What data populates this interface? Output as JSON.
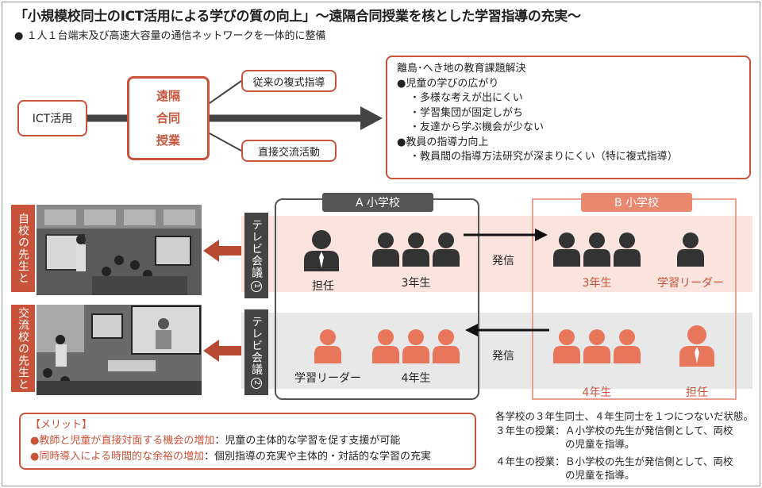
{
  "title": "「小規模校同士のICT活用による学びの質の向上」～遠隔合同授業を核とした学習指導の充実～",
  "subtitle": "● １人１台端末及び高速大容量の通信ネットワークを一体的に整備",
  "flow": {
    "ict": "ICT活用",
    "enkaku": [
      "遠隔",
      "合同",
      "授業"
    ],
    "fukushiki": "従来の複式指導",
    "kouryu": "直接交流活動"
  },
  "issues": {
    "heading": "離島･へき地の教育課題解決",
    "g1": "●児童の学びの広がり",
    "g1_items": [
      "・多様な考えが出にくい",
      "・学習集団が固定しがち",
      "・友達から学ぶ機会が少ない"
    ],
    "g2": "●教員の指導力向上",
    "g2_items": [
      "・教員間の指導方法研究が深まりにくい（特に複式指導）"
    ]
  },
  "schools": {
    "a_label": "A 小学校",
    "b_label": "B 小学校"
  },
  "tv": {
    "label1": "テレビ会議",
    "num1": "1",
    "label2": "テレビ会議",
    "num2": "2"
  },
  "photos": {
    "label1": "自校の先生と",
    "label2": "交流校の先生と"
  },
  "people": {
    "a_tannin": "担任",
    "a_3nen": "3年生",
    "b_3nen": "3年生",
    "b_leader": "学習リーダー",
    "a_leader": "学習リーダー",
    "a_4nen": "4年生",
    "b_4nen": "4年生",
    "b_tannin": "担任"
  },
  "arrows": {
    "hasshin1": "発信",
    "hasshin2": "発信"
  },
  "merit": {
    "heading": "【メリット】",
    "l1_a": "●教師と児童が",
    "l1_hl": "直接対面する機会の増加",
    "l1_b": "：児童の主体的な学習を促す支援が可能",
    "l2_a": "●同時導入による",
    "l2_hl": "時間的な余裕の増加",
    "l2_b": "：個別指導の充実や主体的・対話的な学習の充実"
  },
  "notes": {
    "line1": "各学校の３年生同士、４年生同士を１つにつないだ状態。",
    "k2": "３年生の授業：",
    "v2a": "Ａ小学校の先生が発信側として、両校",
    "v2b": "の児童を指導。",
    "k3": "４年生の授業：",
    "v3a": "Ｂ小学校の先生が発信側として、両校",
    "v3b": "の児童を指導。"
  },
  "colors": {
    "accent": "#c8533a",
    "orange_person": "#e8765a",
    "dark_person": "#333333",
    "pink_band": "#fbe4de",
    "gray_band": "#e8e8e8"
  }
}
